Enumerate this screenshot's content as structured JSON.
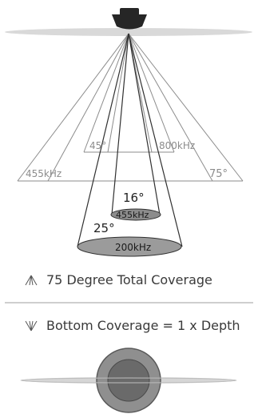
{
  "labels": {
    "wide_angle": "45°",
    "wide_freq": "800kHz",
    "side_freq": "455kHz",
    "side_angle": "75°",
    "narrow_angle": "16°",
    "narrow_freq": "455kHz",
    "down_angle": "25°",
    "down_freq": "200kHz"
  },
  "legend": {
    "total_coverage": "75 Degree Total Coverage",
    "bottom_coverage": "Bottom Coverage = 1 x Depth"
  },
  "colors": {
    "beam_line": "#8a8a8a",
    "ellipse_fill": "#9a9a9a",
    "ellipse_dark": "#5a5a5a",
    "waterline": "#d6d6d6",
    "boat": "#2a2a2a",
    "text": "#555555"
  }
}
